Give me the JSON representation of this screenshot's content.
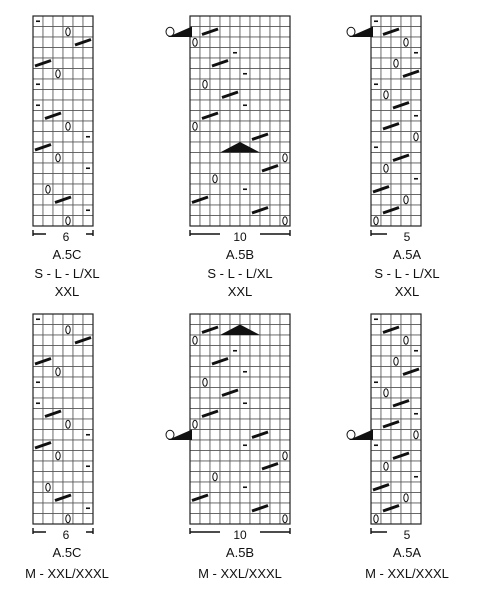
{
  "charts": [
    {
      "id": "a5c-top",
      "width_label": "6",
      "name": "A.5C",
      "size_line1": "S - L - L/XL",
      "size_line2": "XXL"
    },
    {
      "id": "a5b-top",
      "width_label": "10",
      "name": "A.5B",
      "size_line1": "S - L - L/XL",
      "size_line2": "XXL"
    },
    {
      "id": "a5a-top",
      "width_label": "5",
      "name": "A.5A",
      "size_line1": "S - L - L/XL",
      "size_line2": "XXL"
    },
    {
      "id": "a5c-bottom",
      "width_label": "6",
      "name": "A.5C",
      "size_line1": "M - XXL/XXXL",
      "size_line2": ""
    },
    {
      "id": "a5b-bottom",
      "width_label": "10",
      "name": "A.5B",
      "size_line1": "M - XXL/XXXL",
      "size_line2": ""
    },
    {
      "id": "a5a-bottom",
      "width_label": "5",
      "name": "A.5A",
      "size_line1": "M - XXL/XXXL",
      "size_line2": ""
    }
  ],
  "symbols": {
    "purl": "-",
    "yarn_over": "oval",
    "decrease": "slanted-bar",
    "double_decrease": "triangle"
  }
}
